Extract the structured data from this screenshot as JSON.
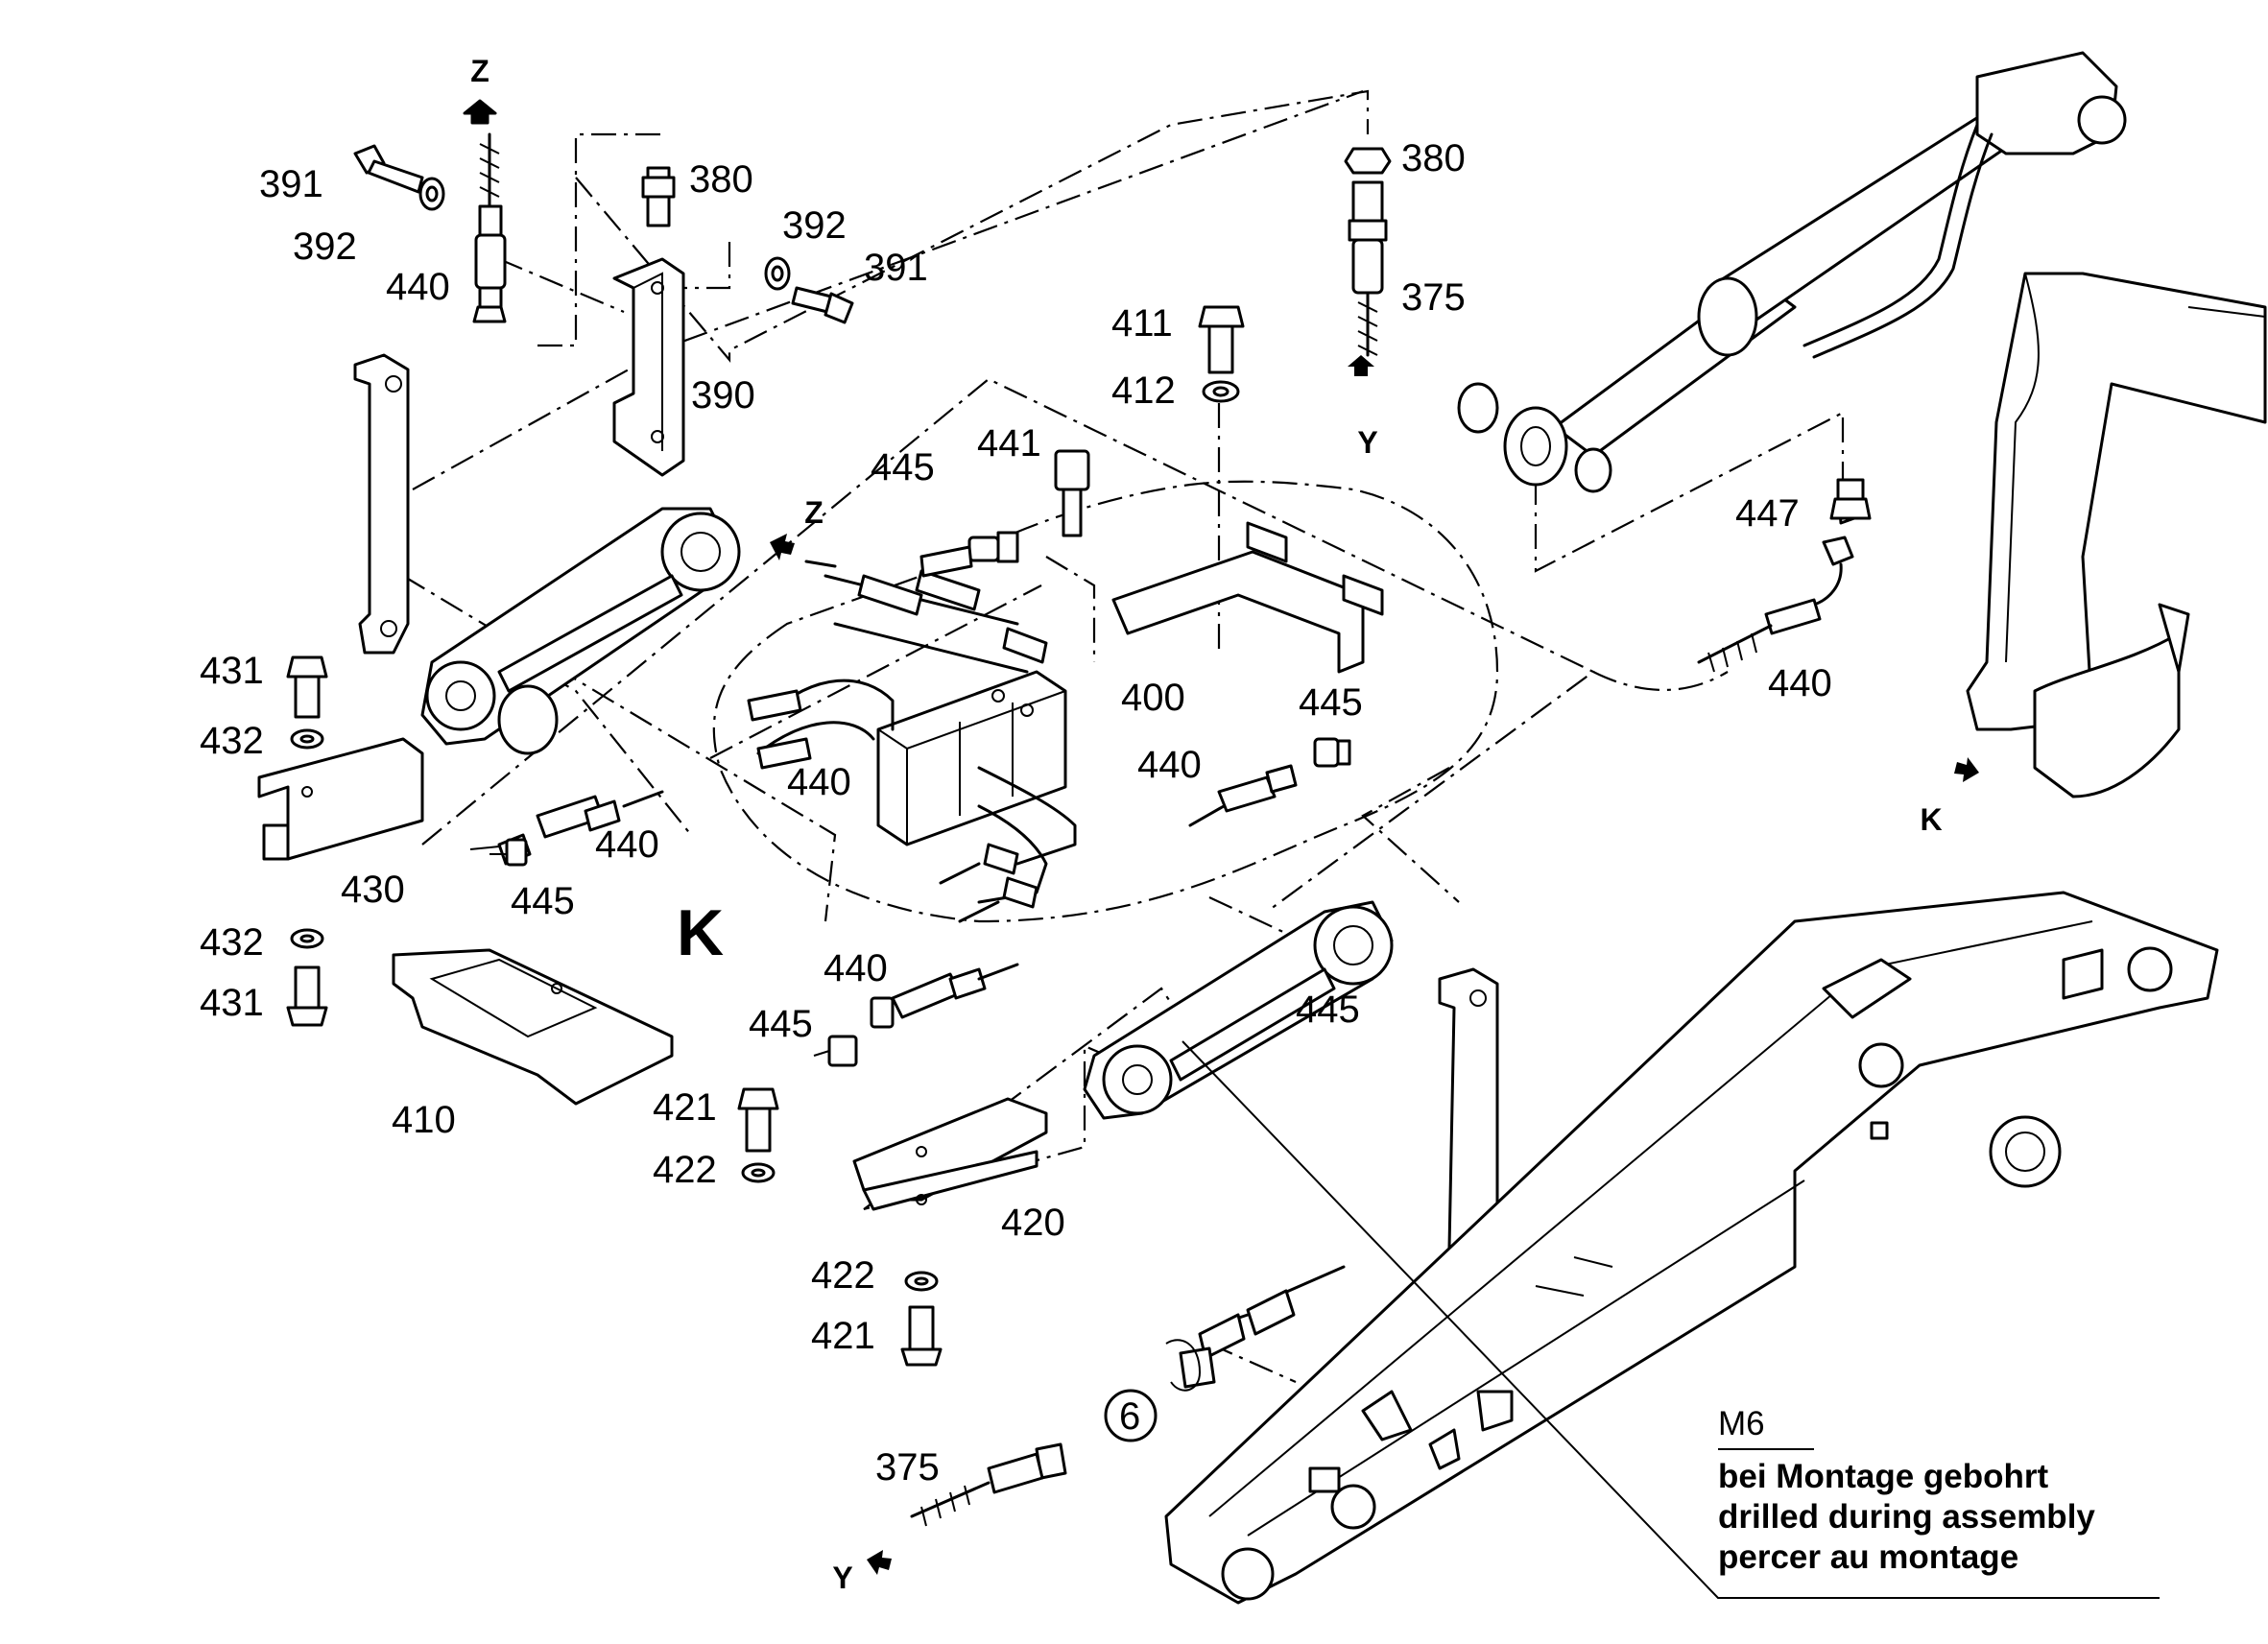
{
  "labels": {
    "p391a": "391",
    "p392a": "392",
    "p440a": "440",
    "p380a": "380",
    "p392b": "392",
    "p391b": "391",
    "p390": "390",
    "p380b": "380",
    "p375a": "375",
    "p411": "411",
    "p412": "412",
    "p441": "441",
    "p445a": "445",
    "p447": "447",
    "p440b": "440",
    "p431a": "431",
    "p432a": "432",
    "p430": "430",
    "p432b": "432",
    "p431b": "431",
    "p440c": "440",
    "p445b": "445",
    "p400": "400",
    "p445c": "445",
    "p440d": "440",
    "p440e": "440",
    "p445d": "445",
    "p440f": "440",
    "p445e": "445",
    "p410": "410",
    "p421a": "421",
    "p422a": "422",
    "p420": "420",
    "p422b": "422",
    "p421b": "421",
    "p375b": "375",
    "p6": "6"
  },
  "markers": {
    "z_top": "Z",
    "z_mid": "Z",
    "y_top": "Y",
    "y_bottom": "Y",
    "k_detail": "K",
    "k_view": "K"
  },
  "note": {
    "size": "M6",
    "line_de": "bei Montage gebohrt",
    "line_en": "drilled during assembly",
    "line_fr": "percer au montage"
  }
}
